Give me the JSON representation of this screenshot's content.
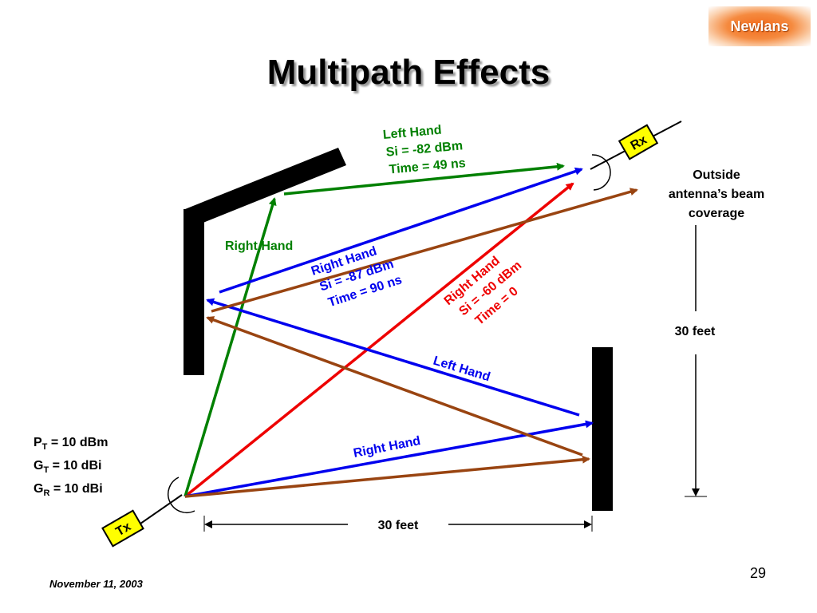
{
  "logo": {
    "text": "Newlans",
    "color": "#f26a1b"
  },
  "title": "Multipath Effects",
  "footer": {
    "date": "November 11, 2003",
    "page": "29"
  },
  "antennas": {
    "tx": "Tx",
    "rx": "Rx"
  },
  "params": {
    "pt_base": "P",
    "pt_sub": "T",
    "pt_val": " = 10 dBm",
    "gt_base": "G",
    "gt_sub": "T",
    "gt_val": " = 10 dBi",
    "gr_base": "G",
    "gr_sub": "R",
    "gr_val": " = 10 dBi"
  },
  "paths": {
    "green": {
      "color": "#008000",
      "label_top": "Right Hand",
      "l1": "Left Hand",
      "l2": "Si = -82 dBm",
      "l3": "Time = 49 ns"
    },
    "blue": {
      "color": "#0000ee",
      "l1": "Right Hand",
      "l2": "Si = -87 dBm",
      "l3": "Time = 90 ns",
      "bounce1": "Left Hand",
      "bottom": "Right Hand"
    },
    "red": {
      "color": "#ee0000",
      "l1": "Right Hand",
      "l2": "Si = -60 dBm",
      "l3": "Time = 0"
    },
    "brown": {
      "color": "#994411"
    }
  },
  "outside": {
    "l1": "Outside",
    "l2": "antenna’s beam",
    "l3": "coverage"
  },
  "dims": {
    "vertical": "30 feet",
    "horizontal": "30 feet"
  }
}
